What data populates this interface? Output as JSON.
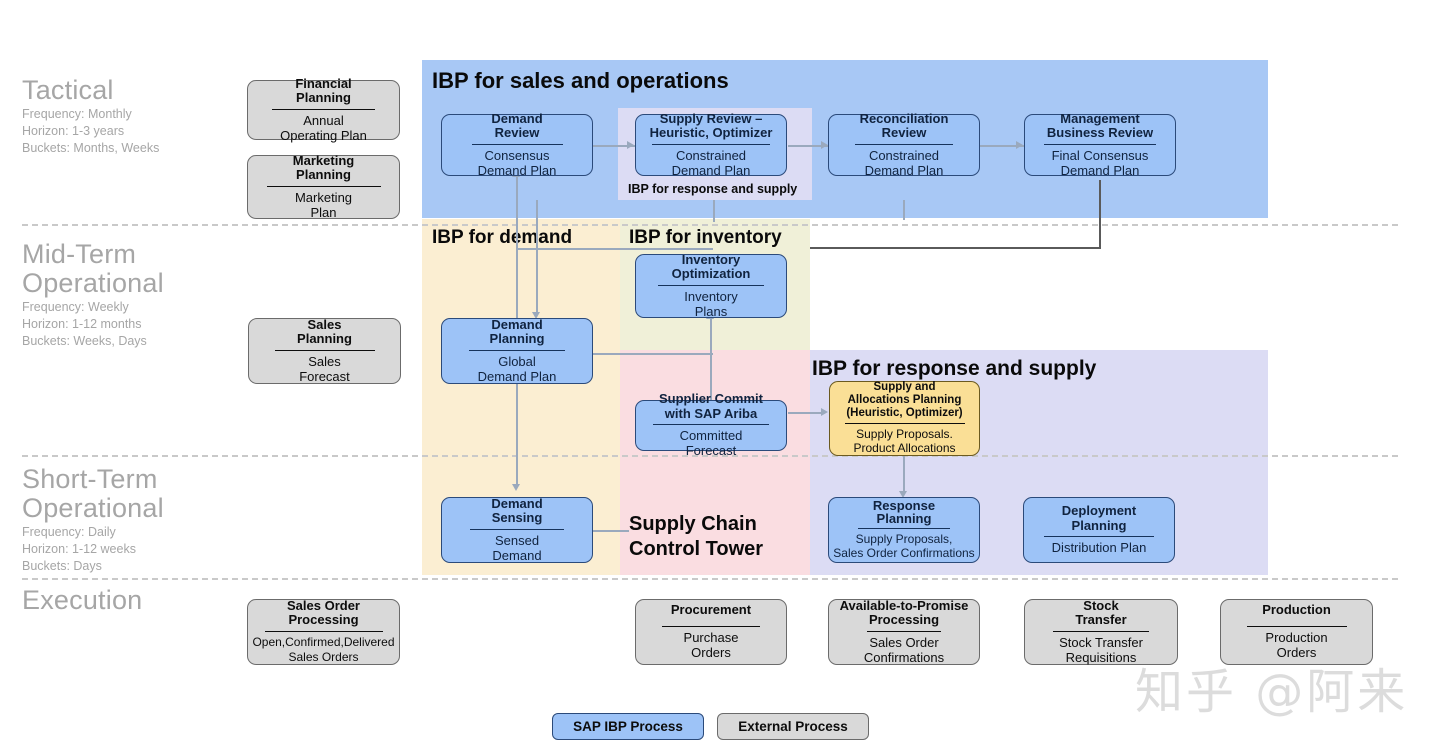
{
  "eras": [
    {
      "name": "Tactical",
      "frequency": "Frequency: Monthly",
      "horizon": "Horizon: 1-3 years",
      "buckets": "Buckets: Months, Weeks"
    },
    {
      "name": "Mid-Term\nOperational",
      "name_l1": "Mid-Term",
      "name_l2": "Operational",
      "frequency": "Frequency: Weekly",
      "horizon": "Horizon: 1-12 months",
      "buckets": "Buckets: Weeks, Days"
    },
    {
      "name": "Short-Term\nOperational",
      "name_l1": "Short-Term",
      "name_l2": "Operational",
      "frequency": "Frequency: Daily",
      "horizon": "Horizon: 1-12 weeks",
      "buckets": "Buckets: Days"
    },
    {
      "name": "Execution",
      "frequency": "",
      "horizon": "",
      "buckets": ""
    }
  ],
  "bands": {
    "sales_operations": "IBP for sales and operations",
    "demand": "IBP for demand",
    "inventory": "IBP for inventory",
    "response_supply": "IBP for response and supply",
    "control_tower_l1": "Supply Chain",
    "control_tower_l2": "Control Tower",
    "supply_sub_caption": "IBP for response and supply"
  },
  "nodes": {
    "financial_planning": {
      "head_l1": "Financial",
      "head_l2": "Planning",
      "body_l1": "Annual",
      "body_l2": "Operating Plan"
    },
    "marketing_planning": {
      "head_l1": "Marketing",
      "head_l2": "Planning",
      "body_l1": "Marketing",
      "body_l2": "Plan"
    },
    "sales_planning": {
      "head_l1": "Sales",
      "head_l2": "Planning",
      "body_l1": "Sales",
      "body_l2": "Forecast"
    },
    "sales_order_processing": {
      "head_l1": "Sales Order",
      "head_l2": "Processing",
      "body_l1": "Open,Confirmed,Delivered",
      "body_l2": "Sales Orders"
    },
    "demand_review": {
      "head_l1": "Demand",
      "head_l2": "Review",
      "body_l1": "Consensus",
      "body_l2": "Demand Plan"
    },
    "supply_review": {
      "head_l1": "Supply Review –",
      "head_l2": "Heuristic, Optimizer",
      "body_l1": "Constrained",
      "body_l2": "Demand Plan"
    },
    "reconciliation_review": {
      "head_l1": "Reconciliation",
      "head_l2": "Review",
      "body_l1": "Constrained",
      "body_l2": "Demand Plan"
    },
    "management_business_review": {
      "head_l1": "Management",
      "head_l2": "Business Review",
      "body_l1": "Final Consensus",
      "body_l2": "Demand Plan"
    },
    "inventory_optimization": {
      "head_l1": "Inventory",
      "head_l2": "Optimization",
      "body_l1": "Inventory",
      "body_l2": "Plans"
    },
    "demand_planning": {
      "head_l1": "Demand",
      "head_l2": "Planning",
      "body_l1": "Global",
      "body_l2": "Demand Plan"
    },
    "supplier_commit": {
      "head_l1": "Supplier Commit",
      "head_l2": "with SAP Ariba",
      "body_l1": "Committed",
      "body_l2": "Forecast"
    },
    "supply_allocations_planning": {
      "head_l1": "Supply and",
      "head_l2": "Allocations Planning",
      "head_l3": "(Heuristic, Optimizer)",
      "body_l1": "Supply Proposals.",
      "body_l2": "Product Allocations"
    },
    "demand_sensing": {
      "head_l1": "Demand",
      "head_l2": "Sensing",
      "body_l1": "Sensed",
      "body_l2": "Demand"
    },
    "response_planning": {
      "head_l1": "Response",
      "head_l2": "Planning",
      "body_l1": "Supply Proposals,",
      "body_l2": "Sales Order Confirmations"
    },
    "deployment_planning": {
      "head_l1": "Deployment",
      "head_l2": "Planning",
      "body_l1": "Distribution Plan",
      "body_l2": ""
    },
    "procurement": {
      "head_l1": "Procurement",
      "head_l2": "",
      "body_l1": "Purchase",
      "body_l2": "Orders"
    },
    "available_to_promise": {
      "head_l1": "Available-to-Promise",
      "head_l2": "Processing",
      "body_l1": "Sales Order",
      "body_l2": "Confirmations"
    },
    "stock_transfer": {
      "head_l1": "Stock",
      "head_l2": "Transfer",
      "body_l1": "Stock Transfer",
      "body_l2": "Requisitions"
    },
    "production": {
      "head_l1": "Production",
      "head_l2": "",
      "body_l1": "Production",
      "body_l2": "Orders"
    }
  },
  "legend": {
    "sap": "SAP IBP Process",
    "external": "External Process"
  },
  "watermark": "知乎 @阿来",
  "colors": {
    "sop_band": "#a8c8f5",
    "demand_band": "#fbeed2",
    "inventory_band": "#f0f0d8",
    "control_tower_band": "#fadde1",
    "response_band": "#dcdcf4",
    "node_blue": "#9dc3f7",
    "node_grey": "#d9d9d9",
    "node_gold": "#fadf96",
    "era_label": "#a6a6a6"
  }
}
